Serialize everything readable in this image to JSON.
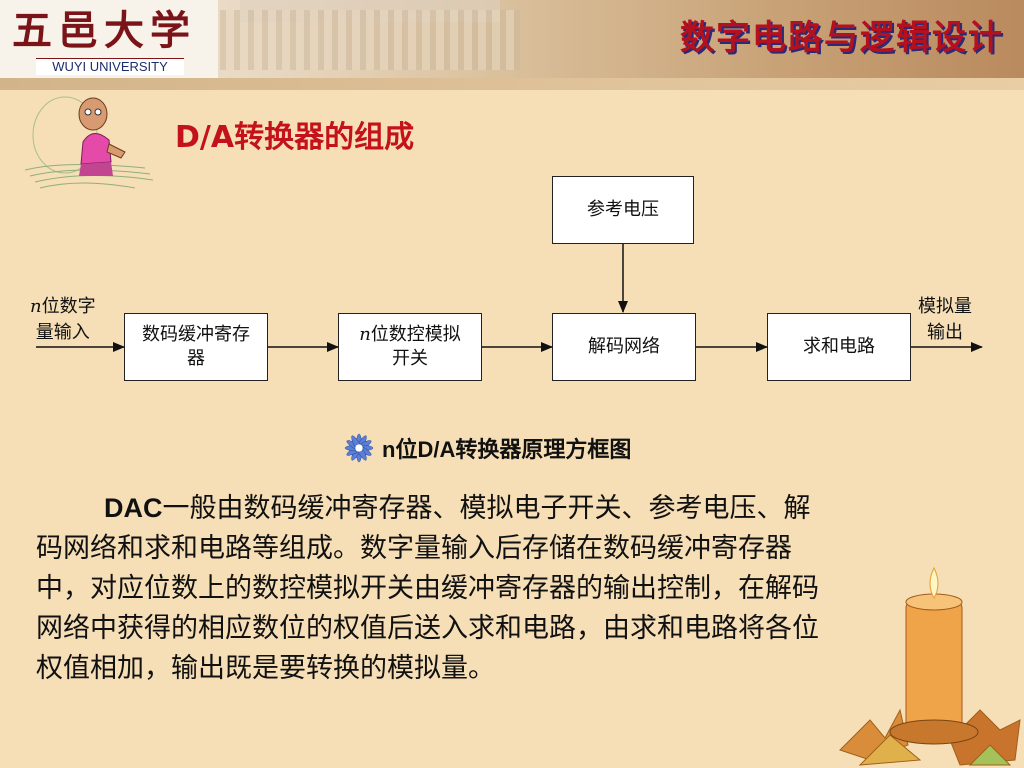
{
  "header": {
    "logo_cn": "五邑大学",
    "logo_en": "WUYI UNIVERSITY",
    "course_title": "数字电路与逻辑设计"
  },
  "slide": {
    "heading": "D/A转换器的组成"
  },
  "diagram": {
    "input_label_prefix": "n",
    "input_label_line1": "位数字",
    "input_label_line2": "量输入",
    "output_label_line1": "模拟量",
    "output_label_line2": "输出",
    "box_buffer": "数码缓冲寄存器",
    "box_switch_prefix": "n",
    "box_switch": "位数控模拟开关",
    "box_reference": "参考电压",
    "box_decoder": "解码网络",
    "box_sum": "求和电路",
    "caption": "n位D/A转换器原理方框图"
  },
  "body": {
    "lead": "DAC",
    "text": "一般由数码缓冲寄存器、模拟电子开关、参考电压、解码网络和求和电路等组成。数字量输入后存储在数码缓冲寄存器中，对应位数上的数控模拟开关由缓冲寄存器的输出控制，在解码网络中获得的相应数位的权值后送入求和电路，由求和电路将各位权值相加，输出既是要转换的模拟量。"
  },
  "colors": {
    "background": "#f6dfb6",
    "heading": "#c4121a",
    "course_title": "#b3111e"
  }
}
